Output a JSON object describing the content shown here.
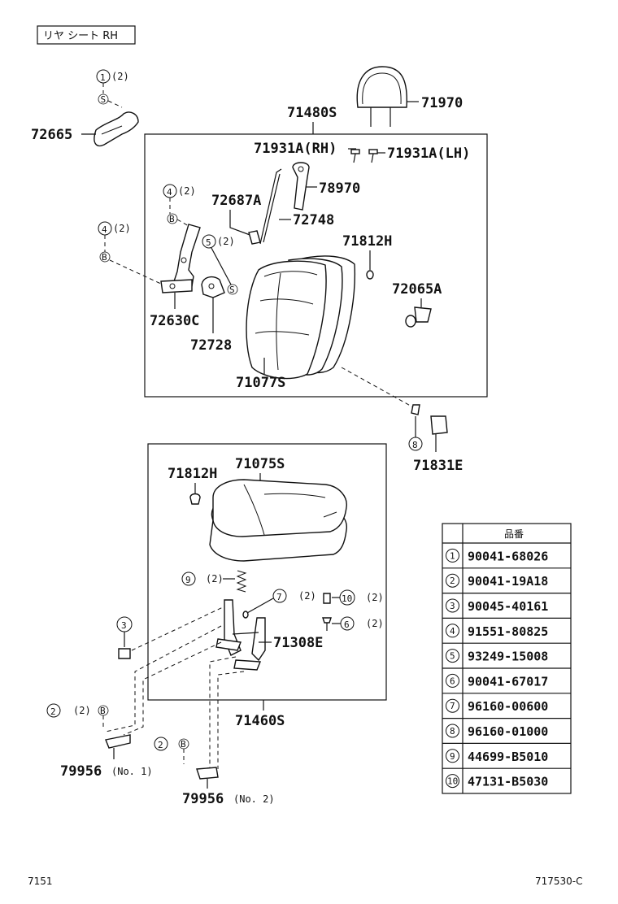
{
  "title": "リヤ シート RH",
  "footer": {
    "left": "7151",
    "right": "717530-C"
  },
  "part_numbers": {
    "headrest": "71970",
    "back_assy": "71480S",
    "bolt_rh": "71931A(RH)",
    "bolt_lh": "71931A(LH)",
    "hinge_cover": "72665",
    "lock_support": "72687A",
    "rod": "72748",
    "handle": "78970",
    "clip_upper": "71812H",
    "hinge": "72630C",
    "knob": "72065A",
    "hook": "72728",
    "back_pad": "71077S",
    "belt_guide": "71831E",
    "cushion_assy": "71075S",
    "clip_lower": "71812H",
    "cushion_frame": "71308E",
    "cushion_total": "71460S",
    "leg_cover_1": "79956",
    "leg_cover_1_tag": "(No. 1)",
    "leg_cover_2": "79956",
    "leg_cover_2_tag": "(No. 2)"
  },
  "callouts": {
    "c1": {
      "num": "1",
      "qty": "(2)",
      "tag": "S"
    },
    "c4a": {
      "num": "4",
      "qty": "(2)",
      "tag": "B"
    },
    "c4b": {
      "num": "4",
      "qty": "(2)",
      "tag": "B"
    },
    "c5": {
      "num": "5",
      "qty": "(2)",
      "tag": "S"
    },
    "c8": {
      "num": "8"
    },
    "c9": {
      "num": "9",
      "qty": "(2)"
    },
    "c7": {
      "num": "7",
      "qty": "(2)"
    },
    "c10": {
      "num": "10",
      "qty": "(2)"
    },
    "c6": {
      "num": "6",
      "qty": "(2)"
    },
    "c3": {
      "num": "3"
    },
    "c2a": {
      "num": "2",
      "qty": "(2)",
      "tag": "B"
    },
    "c2b": {
      "num": "2",
      "tag": "B"
    }
  },
  "parts_table": {
    "header": "品番",
    "rows": [
      {
        "num": "1",
        "part": "90041-68026"
      },
      {
        "num": "2",
        "part": "90041-19A18"
      },
      {
        "num": "3",
        "part": "90045-40161"
      },
      {
        "num": "4",
        "part": "91551-80825"
      },
      {
        "num": "5",
        "part": "93249-15008"
      },
      {
        "num": "6",
        "part": "90041-67017"
      },
      {
        "num": "7",
        "part": "96160-00600"
      },
      {
        "num": "8",
        "part": "96160-01000"
      },
      {
        "num": "9",
        "part": "44699-B5010"
      },
      {
        "num": "10",
        "part": "47131-B5030"
      }
    ]
  }
}
